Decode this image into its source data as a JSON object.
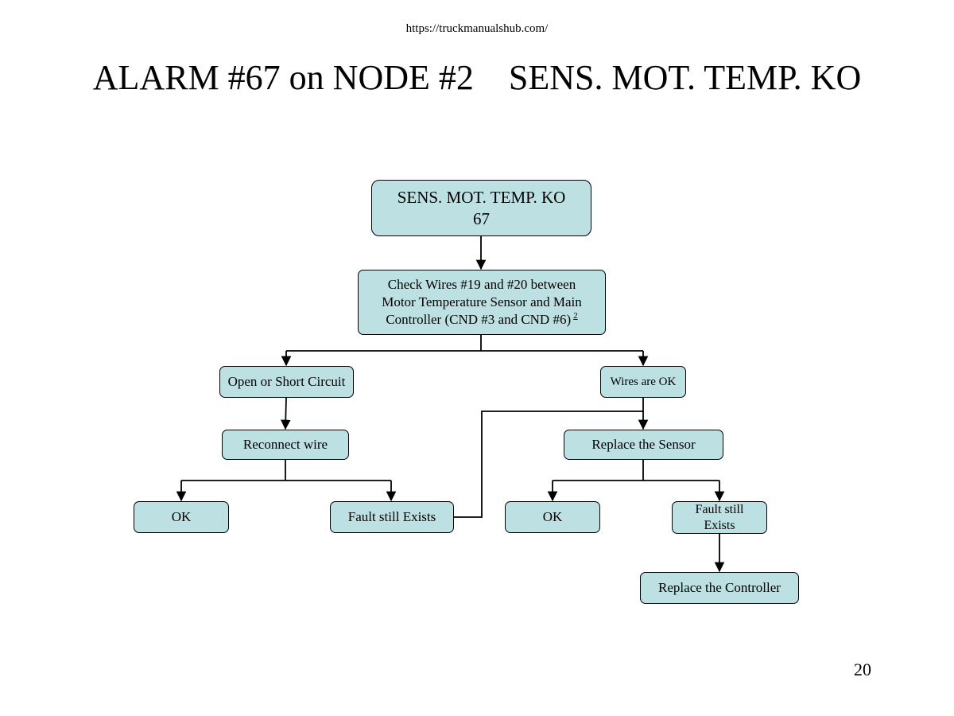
{
  "header": {
    "url": "https://truckmanualshub.com/"
  },
  "slide": {
    "title": "ALARM #67 on NODE #2    SENS. MOT. TEMP. KO",
    "page_number": "20"
  },
  "flowchart": {
    "root": "SENS. MOT. TEMP. KO\n67",
    "check_wires": "Check Wires  #19 and #20 between\nMotor Temperature Sensor and Main\nController (CND #3 and CND #6)",
    "check_wires_note": "2",
    "open_short": "Open or Short Circuit",
    "wires_ok": "Wires are OK",
    "reconnect": "Reconnect wire",
    "replace_sensor": "Replace the Sensor",
    "ok_left": "OK",
    "fault_left": "Fault still Exists",
    "ok_right": "OK",
    "fault_right": "Fault still\nExists",
    "replace_controller": "Replace the Controller"
  }
}
